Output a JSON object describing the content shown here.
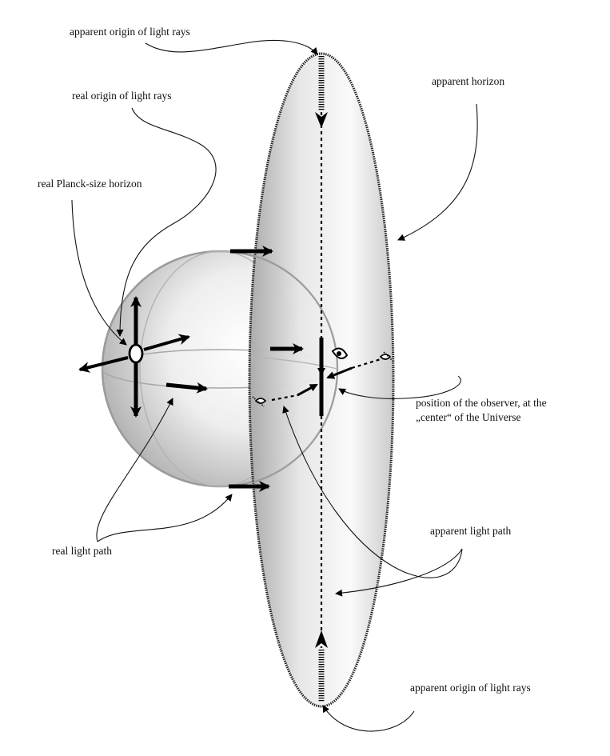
{
  "labels": {
    "apparent_origin_top": "apparent origin of light rays",
    "real_origin": "real origin of light rays",
    "apparent_horizon": "apparent horizon",
    "real_planck_horizon": "real Planck-size horizon",
    "observer_line1": "position of the observer, at the",
    "observer_line2": "„center“ of the Universe",
    "real_light_path": "real light path",
    "apparent_light_path": "apparent light path",
    "apparent_origin_bottom": "apparent origin of light rays"
  },
  "colors": {
    "ink": "#000000",
    "sphere_light": "#ffffff",
    "sphere_dark": "#8a8a8a",
    "ellipsoid_light": "#fafafa",
    "ellipsoid_dark": "#a8a8a8"
  },
  "icons": [
    "eye-icon"
  ]
}
